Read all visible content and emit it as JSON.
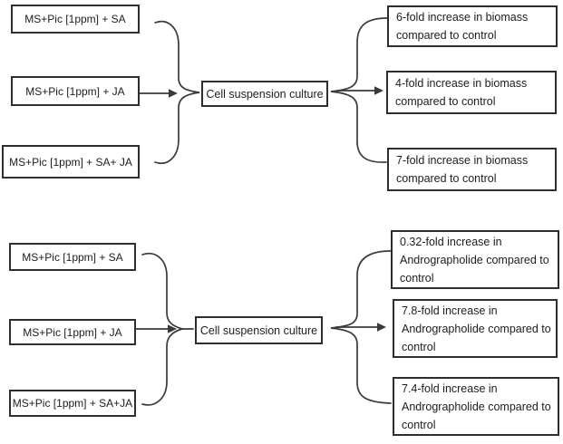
{
  "figure": {
    "colors": {
      "line": "#3a3a3a",
      "border": "#2e2e2e",
      "text": "#1d1d1d",
      "background": "#ffffff"
    },
    "sections": [
      {
        "id": "biomass",
        "inputs": [
          {
            "label": "MS+Pic [1ppm] + SA"
          },
          {
            "label": "MS+Pic [1ppm] + JA"
          },
          {
            "label": "MS+Pic [1ppm] + SA+ JA"
          }
        ],
        "process": {
          "label": "Cell suspension culture"
        },
        "outputs": [
          {
            "lines": [
              "6-fold increase in biomass",
              "compared to control"
            ]
          },
          {
            "lines": [
              "4-fold increase in biomass",
              "compared to control"
            ]
          },
          {
            "lines": [
              "7-fold increase in biomass",
              "compared to control"
            ]
          }
        ]
      },
      {
        "id": "andrographolide",
        "inputs": [
          {
            "label": "MS+Pic [1ppm] + SA"
          },
          {
            "label": "MS+Pic [1ppm] + JA"
          },
          {
            "label": "MS+Pic [1ppm] + SA+JA"
          }
        ],
        "process": {
          "label": "Cell suspension culture"
        },
        "outputs": [
          {
            "lines": [
              "0.32-fold increase in",
              "Andrographolide compared to",
              "control"
            ]
          },
          {
            "lines": [
              "7.8-fold increase in",
              "Andrographolide compared to",
              "control"
            ]
          },
          {
            "lines": [
              "7.4-fold increase in",
              "Andrographolide compared to",
              "control"
            ]
          }
        ]
      }
    ]
  }
}
